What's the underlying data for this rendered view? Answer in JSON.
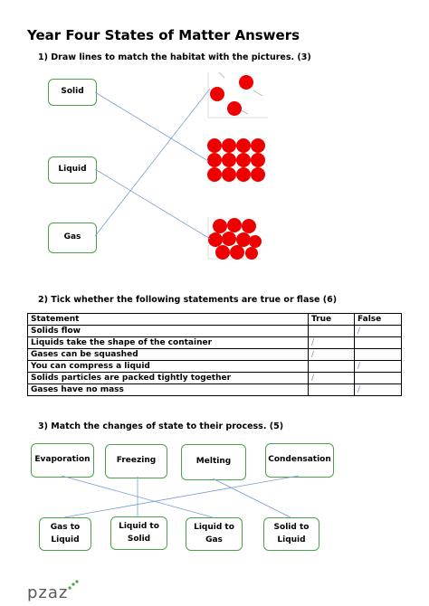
{
  "title": "Year Four States of Matter Answers",
  "q1": {
    "heading": "1) Draw lines to match the habitat with the pictures. (3)",
    "labels": [
      "Solid",
      "Liquid",
      "Gas"
    ]
  },
  "q2": {
    "heading": "2) Tick whether the following statements are true or flase (6)",
    "columns": [
      "Statement",
      "True",
      "False"
    ],
    "rows": [
      {
        "statement": "Solids flow",
        "true": "",
        "false": "/"
      },
      {
        "statement": "Liquids take the shape of the container",
        "true": "/",
        "false": ""
      },
      {
        "statement": "Gases can be squashed",
        "true": "/",
        "false": ""
      },
      {
        "statement": "You can compress a liquid",
        "true": "",
        "false": "/"
      },
      {
        "statement": "Solids particles are packed tightly together",
        "true": "/",
        "false": ""
      },
      {
        "statement": "Gases have no mass",
        "true": "",
        "false": "/"
      }
    ]
  },
  "q3": {
    "heading": "3) Match the changes of state to their process. (5)",
    "processes": [
      "Evaporation",
      "Freezing",
      "Melting",
      "Condensation"
    ],
    "changes": {
      "gas_to_liquid": [
        "Gas to",
        "Liquid"
      ],
      "liquid_to_solid": [
        "Liquid to",
        "Solid"
      ],
      "liquid_to_gas": [
        "Liquid to",
        "Gas"
      ],
      "solid_to_liquid": [
        "Solid to",
        "Liquid"
      ]
    }
  },
  "logo": "pzaz",
  "colors": {
    "particle": "#ee0000",
    "box_border": "#4aa34a",
    "line": "#7a9cd0"
  }
}
